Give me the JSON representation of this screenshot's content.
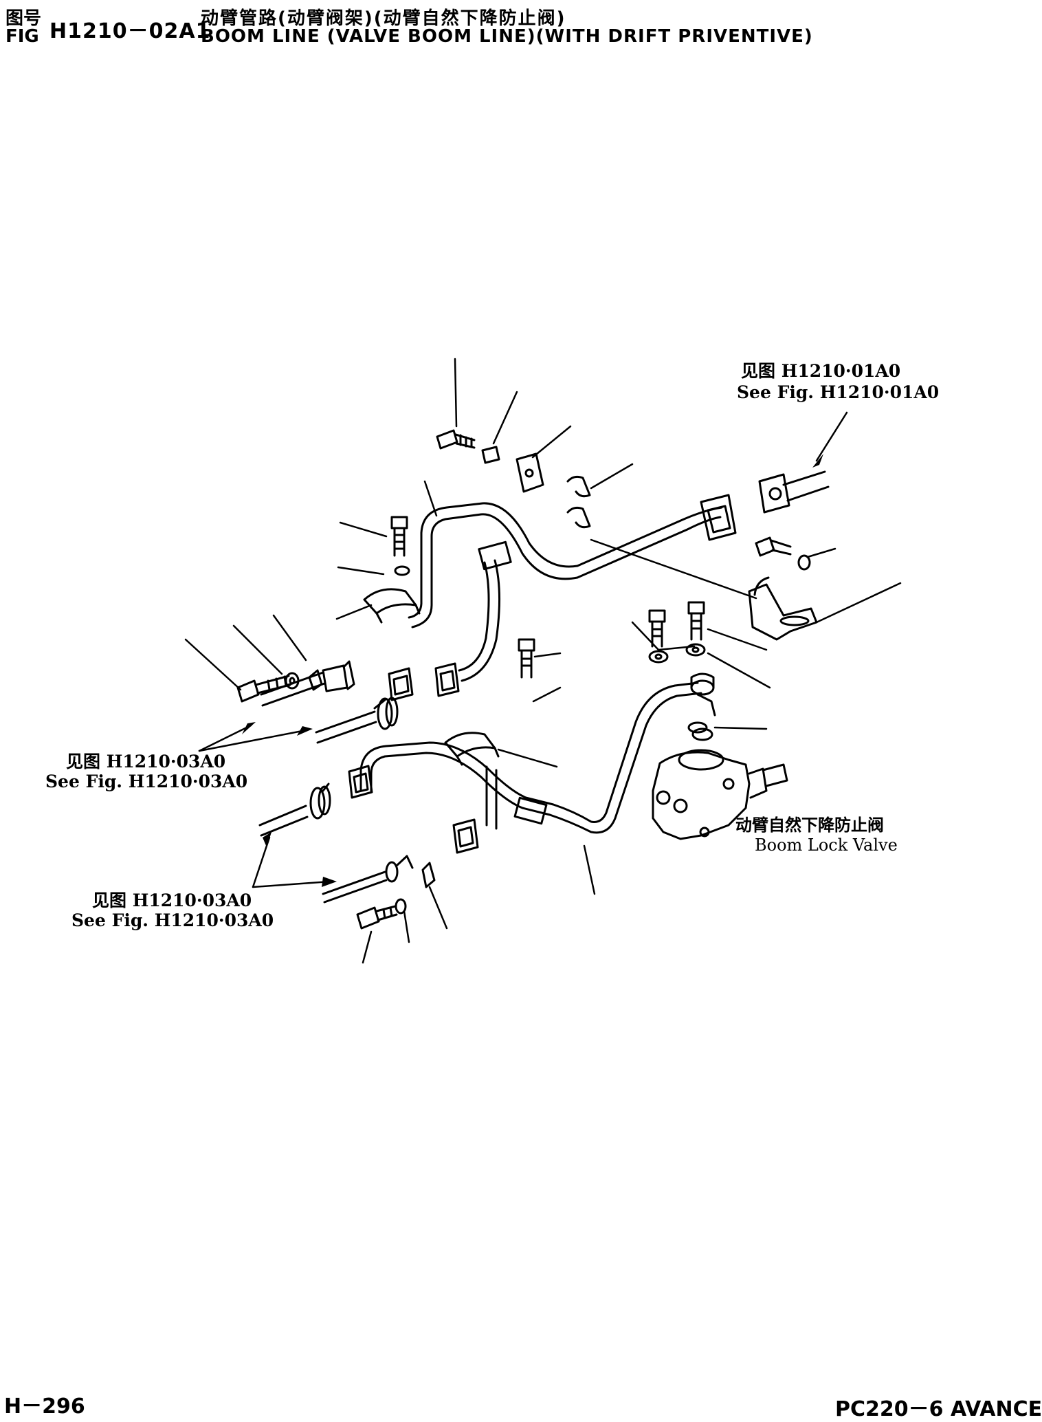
{
  "header": {
    "fig_label_cn": "图号",
    "fig_label_en": "FIG",
    "fig_number": "H1210－02A1",
    "title_cn": "动臂管路(动臂阀架)(动臂自然下降防止阀)",
    "title_en": "BOOM LINE (VALVE BOOM LINE)(WITH DRIFT PRIVENTIVE)"
  },
  "references": {
    "top_right": {
      "cn": "见图 H1210·01A0",
      "en": "See Fig. H1210·01A0"
    },
    "mid_left": {
      "cn": "见图 H1210·03A0",
      "en": "See Fig. H1210·03A0"
    },
    "lower_left": {
      "cn": "见图 H1210·03A0",
      "en": "See Fig. H1210·03A0"
    },
    "valve": {
      "cn": "动臂自然下降防止阀",
      "en": "Boom Lock Valve"
    }
  },
  "footer": {
    "page_number": "H－296",
    "model": "PC220－6 AVANCE"
  },
  "colors": {
    "ink": "#000000",
    "paper": "#ffffff"
  }
}
